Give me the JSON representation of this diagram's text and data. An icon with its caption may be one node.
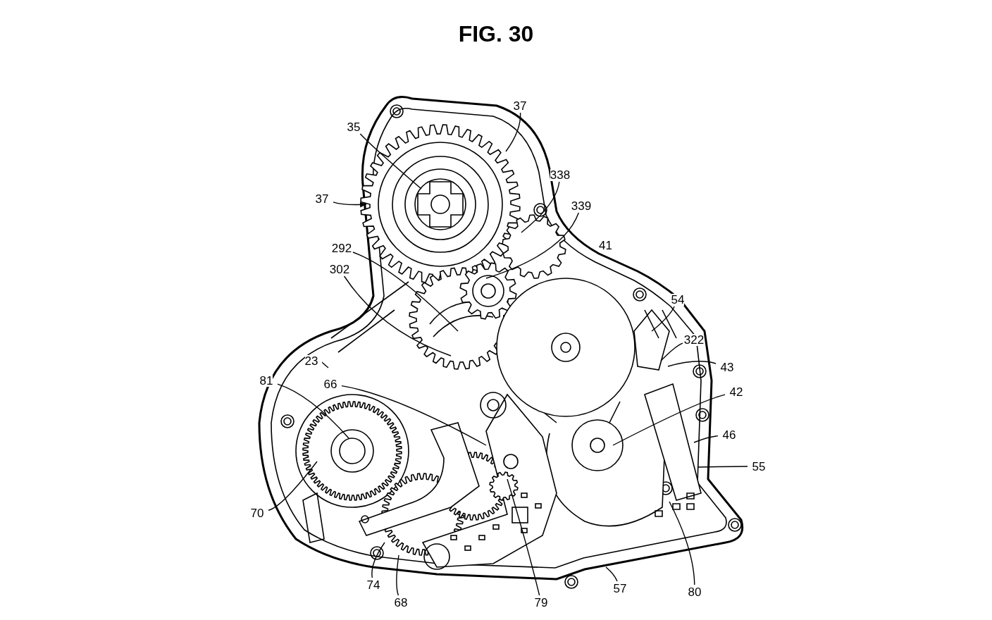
{
  "diagram": {
    "title": "FIG. 30",
    "nodes": [
      {
        "text": [
          "37"
        ]
      },
      {
        "text": [
          "35"
        ]
      },
      {
        "text": [
          "338"
        ]
      },
      {
        "text": [
          "339"
        ]
      },
      {
        "text": [
          "37"
        ]
      },
      {
        "text": [
          "292"
        ]
      },
      {
        "text": [
          "302"
        ]
      },
      {
        "text": [
          "54"
        ]
      },
      {
        "text": [
          "322"
        ]
      },
      {
        "text": [
          "43"
        ]
      },
      {
        "text": [
          "23"
        ]
      },
      {
        "text": [
          "66"
        ]
      },
      {
        "text": [
          "81"
        ]
      },
      {
        "text": [
          "42"
        ]
      },
      {
        "text": [
          "46"
        ]
      },
      {
        "text": [
          "55"
        ]
      },
      {
        "text": [
          "70"
        ]
      },
      {
        "text": [
          "74"
        ]
      },
      {
        "text": [
          "68"
        ]
      },
      {
        "text": [
          "79"
        ]
      },
      {
        "text": [
          "57"
        ]
      },
      {
        "text": [
          "80"
        ]
      }
    ],
    "edges": [
      {
        "from": 0,
        "to": null,
        "arrow": "none"
      },
      {
        "from": 1,
        "to": null,
        "arrow": "none"
      },
      {
        "from": 2,
        "to": null,
        "arrow": "none"
      },
      {
        "from": 3,
        "to": null,
        "arrow": "none"
      },
      {
        "from": 4,
        "to": null,
        "arrow": "to"
      },
      {
        "from": 5,
        "to": null,
        "arrow": "none"
      },
      {
        "from": 6,
        "to": null,
        "arrow": "none"
      },
      {
        "from": 7,
        "to": null,
        "arrow": "none"
      },
      {
        "from": 8,
        "to": null,
        "arrow": "none"
      },
      {
        "from": 9,
        "to": null,
        "arrow": "none"
      },
      {
        "from": 10,
        "to": null,
        "arrow": "none"
      },
      {
        "from": 11,
        "to": null,
        "arrow": "none"
      },
      {
        "from": 12,
        "to": null,
        "arrow": "none"
      },
      {
        "from": 13,
        "to": null,
        "arrow": "none"
      },
      {
        "from": 14,
        "to": null,
        "arrow": "none"
      },
      {
        "from": 15,
        "to": null,
        "arrow": "none"
      },
      {
        "from": 16,
        "to": null,
        "arrow": "none"
      },
      {
        "from": 17,
        "to": null,
        "arrow": "none"
      },
      {
        "from": 18,
        "to": null,
        "arrow": "none"
      },
      {
        "from": 19,
        "to": null,
        "arrow": "none"
      },
      {
        "from": 20,
        "to": null,
        "arrow": "none"
      },
      {
        "from": 21,
        "to": null,
        "arrow": "none"
      }
    ],
    "labels": [
      "41"
    ]
  }
}
